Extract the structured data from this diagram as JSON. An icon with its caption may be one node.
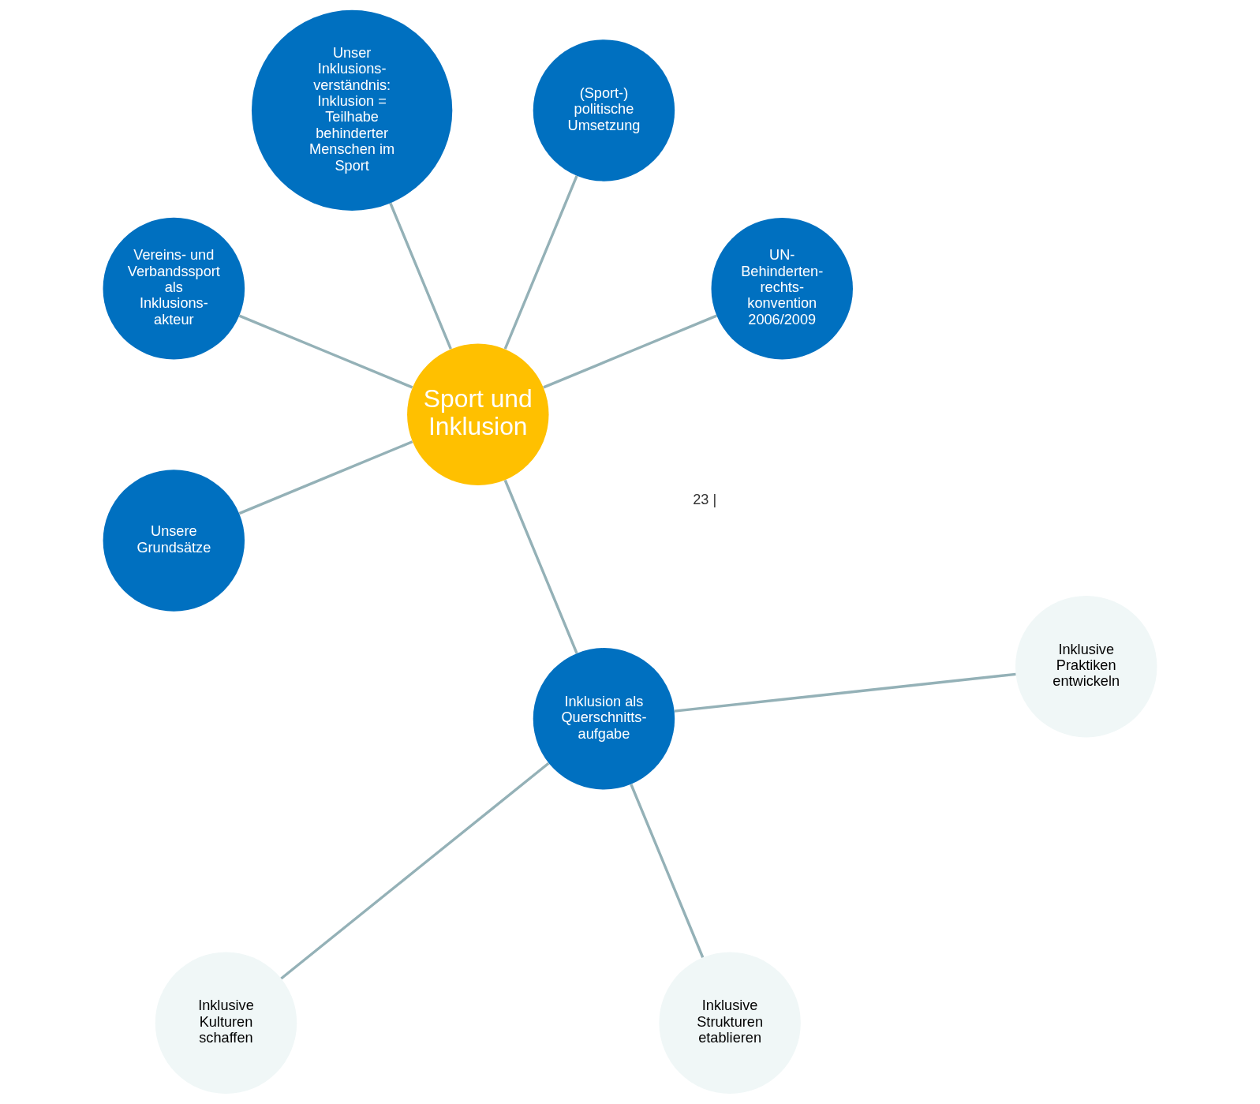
{
  "diagram": {
    "nodes": [
      {
        "text": [
          "Sport und Inklusion"
        ]
      },
      {
        "text": [
          "UN- Behinderten- rechts- konvention 2006/2009"
        ]
      },
      {
        "text": [
          "(Sport-) politische Umsetzung"
        ]
      },
      {
        "text": [
          "Unser Inklusions- verständnis: Inklusion = Teilhabe behinderter Menschen im Sport"
        ]
      },
      {
        "text": [
          "Vereins- und Verbandssport als Inklusions- akteur"
        ]
      },
      {
        "text": [
          "Unsere Grundsätze"
        ]
      },
      {
        "text": [
          "Inklusion als Querschnitts- aufgabe"
        ]
      },
      {
        "text": [
          "Inklusive Kulturen schaffen"
        ]
      },
      {
        "text": [
          "Inklusive Strukturen etablieren"
        ]
      },
      {
        "text": [
          "Inklusive Praktiken entwickeln"
        ]
      }
    ],
    "edges": [
      {
        "from": 0,
        "to": 1,
        "arrow": "none"
      },
      {
        "from": 0,
        "to": 2,
        "arrow": "none"
      },
      {
        "from": 0,
        "to": 3,
        "arrow": "none"
      },
      {
        "from": 0,
        "to": 4,
        "arrow": "none"
      },
      {
        "from": 0,
        "to": 5,
        "arrow": "none"
      },
      {
        "from": 0,
        "to": 6,
        "arrow": "none"
      },
      {
        "from": 6,
        "to": 7,
        "arrow": "none"
      },
      {
        "from": 6,
        "to": 8,
        "arrow": "none"
      },
      {
        "from": 6,
        "to": 9,
        "arrow": "none"
      }
    ],
    "labels": [
      "23 |"
    ]
  }
}
